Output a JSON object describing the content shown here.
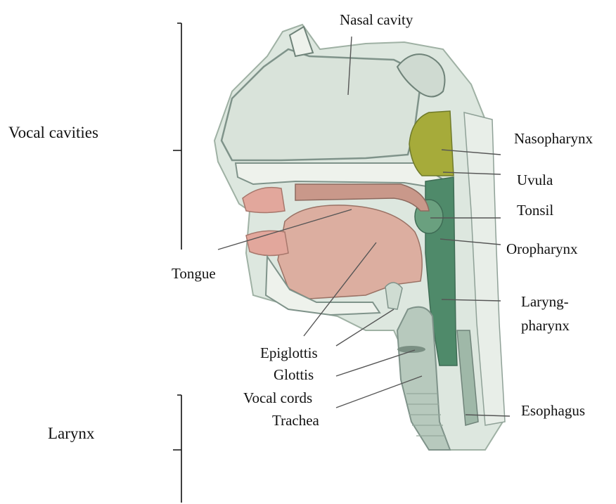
{
  "labels": {
    "nasal_cavity": "Nasal cavity",
    "nasopharynx": "Nasopharynx",
    "uvula": "Uvula",
    "tonsil": "Tonsil",
    "oropharynx": "Oropharynx",
    "laryngopharynx_line1": "Laryng-",
    "laryngopharynx_line2": "pharynx",
    "esophagus": "Esophagus",
    "tongue": "Tongue",
    "epiglottis": "Epiglottis",
    "glottis": "Glottis",
    "vocal_cords": "Vocal cords",
    "trachea": "Trachea"
  },
  "groups": {
    "vocal_cavities": "Vocal cavities",
    "larynx": "Larynx"
  },
  "colors": {
    "nasal_cavity": "#d9e3da",
    "bone": "#eef2ec",
    "nasopharynx": "#a6ab3a",
    "oropharynx": "#4f8a6a",
    "tongue": "#dcaea0",
    "palate": "#c9988a",
    "lips": "#e2a79c",
    "tissue": "#cfdcd2",
    "airway": "#b7c9bd",
    "esophagus": "#9fb8a8"
  }
}
